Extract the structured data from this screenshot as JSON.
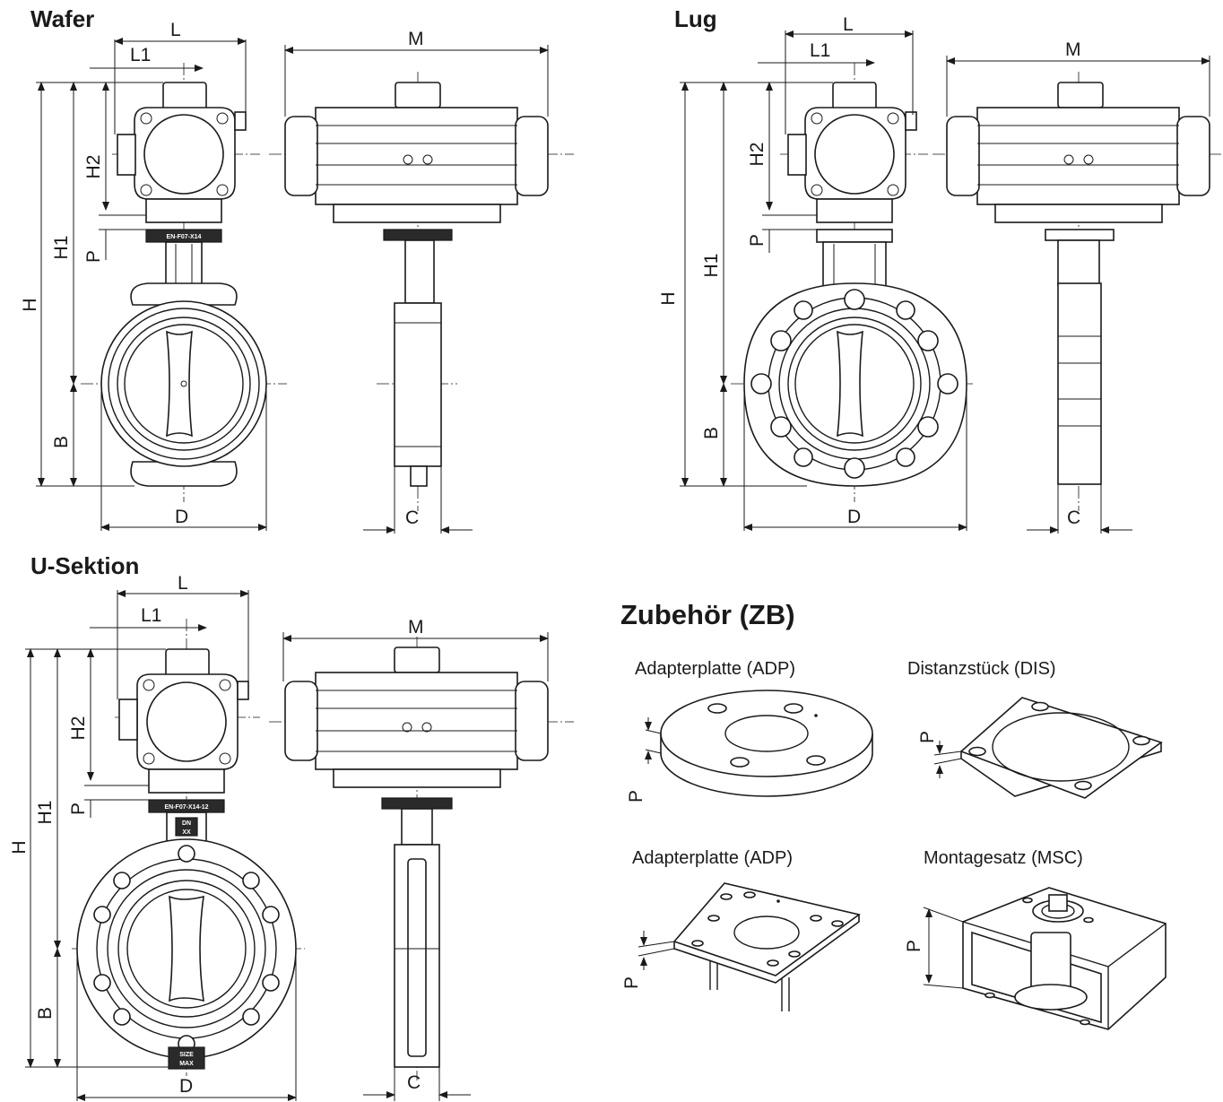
{
  "sections": {
    "wafer": {
      "title": "Wafer"
    },
    "lug": {
      "title": "Lug"
    },
    "usektion": {
      "title": "U-Sektion"
    }
  },
  "accessories": {
    "title": "Zubehör (ZB)",
    "items": [
      {
        "caption": "Adapterplatte (ADP)"
      },
      {
        "caption": "Distanzstück (DIS)"
      },
      {
        "caption": "Adapterplatte (ADP)"
      },
      {
        "caption": "Montagesatz (MSC)"
      }
    ]
  },
  "dimensions": {
    "L": "L",
    "L1": "L1",
    "M": "M",
    "H": "H",
    "H1": "H1",
    "H2": "H2",
    "P": "P",
    "B": "B",
    "D": "D",
    "C": "C"
  },
  "markings": {
    "wafer_adapter": "EN-F07-X14",
    "usektion_adapter": "EN-F07-X14-12",
    "usektion_tag": "XX",
    "usektion_tag_top": "DN",
    "usektion_bottom_1": "SIZE",
    "usektion_bottom_2": "MAX"
  }
}
